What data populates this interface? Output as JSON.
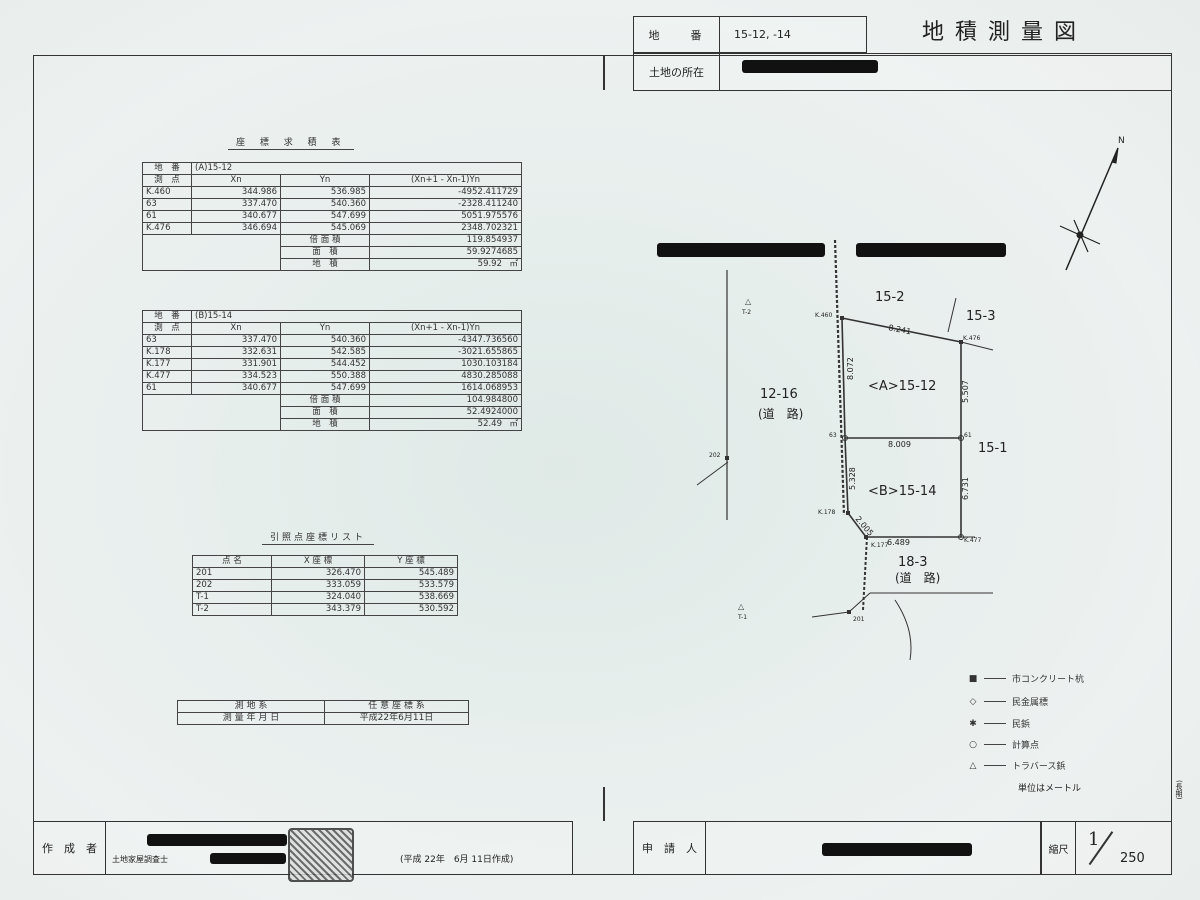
{
  "header": {
    "title": "地積測量図",
    "chiban_label": "地　　番",
    "chiban_value": "15-12, -14",
    "location_label": "土地の所在"
  },
  "table_a": {
    "caption": "座 標 求 積 表",
    "chiban_label": "地　番",
    "chiban_value": "(A)15-12",
    "headers": [
      "測　点",
      "Xn",
      "Yn",
      "(Xn+1 - Xn-1)Yn"
    ],
    "rows": [
      [
        "K.460",
        "344.986",
        "536.985",
        "-4952.411729"
      ],
      [
        "63",
        "337.470",
        "540.360",
        "-2328.411240"
      ],
      [
        "61",
        "340.677",
        "547.699",
        "5051.975576"
      ],
      [
        "K.476",
        "346.694",
        "545.069",
        "2348.702321"
      ]
    ],
    "sum_rows": [
      [
        "倍 面 積",
        "119.854937"
      ],
      [
        "面　積",
        "59.9274685"
      ],
      [
        "地　積",
        "59.92",
        "㎡"
      ]
    ]
  },
  "table_b": {
    "chiban_label": "地　番",
    "chiban_value": "(B)15-14",
    "headers": [
      "測　点",
      "Xn",
      "Yn",
      "(Xn+1 - Xn-1)Yn"
    ],
    "rows": [
      [
        "63",
        "337.470",
        "540.360",
        "-4347.736560"
      ],
      [
        "K.178",
        "332.631",
        "542.585",
        "-3021.655865"
      ],
      [
        "K.177",
        "331.901",
        "544.452",
        "1030.103184"
      ],
      [
        "K.477",
        "334.523",
        "550.388",
        "4830.285088"
      ],
      [
        "61",
        "340.677",
        "547.699",
        "1614.068953"
      ]
    ],
    "sum_rows": [
      [
        "倍 面 積",
        "104.984800"
      ],
      [
        "面　積",
        "52.4924000"
      ],
      [
        "地　積",
        "52.49",
        "㎡"
      ]
    ]
  },
  "ref_table": {
    "caption": "引照点座標リスト",
    "headers": [
      "点 名",
      "X 座 標",
      "Y 座 標"
    ],
    "rows": [
      [
        "201",
        "326.470",
        "545.489"
      ],
      [
        "202",
        "333.059",
        "533.579"
      ],
      [
        "T-1",
        "324.040",
        "538.669"
      ],
      [
        "T-2",
        "343.379",
        "530.592"
      ]
    ]
  },
  "survey_table": {
    "r1_label": "測 地 系",
    "r1_value": "任 意 座 標 系",
    "r2_label": "測 量 年 月 日",
    "r2_value": "平成22年6月11日"
  },
  "map": {
    "north": "N",
    "parcels": [
      "15-2",
      "15-3",
      "12-16",
      "(道　路)",
      "<A>15-12",
      "15-1",
      "<B>15-14",
      "18-3",
      "(道　路)"
    ],
    "points": [
      "K.460",
      "K.476",
      "63",
      "61",
      "K.178",
      "K.177",
      "K.477",
      "T-2",
      "T-1",
      "202",
      "201"
    ],
    "distances": [
      "8.241",
      "8.072",
      "5.507",
      "8.009",
      "5.328",
      "6.731",
      "2.005",
      "6.489"
    ]
  },
  "legend": {
    "items": [
      {
        "symbol": "■",
        "label": "市コンクリート杭"
      },
      {
        "symbol": "◇",
        "label": "民金属標"
      },
      {
        "symbol": "✱",
        "label": "民鋲"
      },
      {
        "symbol": "○",
        "label": "計算点"
      },
      {
        "symbol": "△",
        "label": "トラバース鋲"
      }
    ],
    "unit_note": "単位はメートル"
  },
  "footer": {
    "author_label": "作　成　者",
    "author_title": "土地家屋調査士",
    "date_note": "(平成 22年　6月 11日作成)",
    "applicant_label": "申　請　人",
    "scale_label": "縮尺",
    "scale_num": "1",
    "scale_den": "250",
    "side_note": "(長期)"
  },
  "colors": {
    "ink": "#222222",
    "paper": "#e9eeec",
    "redaction": "#111111"
  }
}
